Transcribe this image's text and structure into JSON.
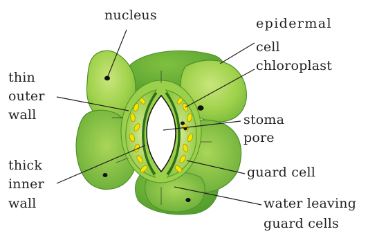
{
  "labels": {
    "nucleus": "nucleus",
    "epidermal_cell": [
      "epidermal",
      "cell"
    ],
    "chloroplast": "chloroplast",
    "thin_outer_wall": [
      "thin",
      "outer",
      "wall"
    ],
    "stoma_pore": [
      "stoma",
      "pore"
    ],
    "thick_inner_wall": [
      "thick",
      "inner",
      "wall"
    ],
    "guard_cell": "guard cell",
    "water_leaving": [
      "water leaving",
      "guard cells"
    ]
  },
  "colors": {
    "cell_light": "#9fd14b",
    "cell_mid": "#7cc242",
    "cell_dark": "#5ea832",
    "outline": "#4e8f2a",
    "chloroplast_fill": "#f3e600",
    "nucleus": "#111111",
    "pore": "#ffffff",
    "line": "#231f20"
  }
}
